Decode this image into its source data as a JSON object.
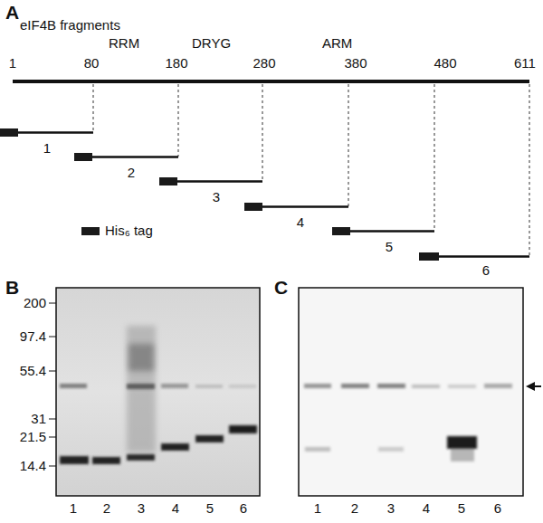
{
  "diagram": {
    "labels": [
      "A",
      "eIF4B fragments",
      "RRM",
      "DRYG",
      "ARM",
      "1",
      "80",
      "180",
      "280",
      "380",
      "480",
      "611",
      "1",
      "2",
      "3",
      "4",
      "5",
      "6",
      "B",
      "200",
      "97.4",
      "55.4",
      "31",
      "21.5",
      "14.4",
      "1",
      "2",
      "3",
      "4",
      "5",
      "6",
      "C",
      "1",
      "2",
      "3",
      "4",
      "5",
      "6"
    ],
    "legend": [
      {
        "text": "His₆ tag",
        "color": "#1a1a1a"
      }
    ]
  }
}
